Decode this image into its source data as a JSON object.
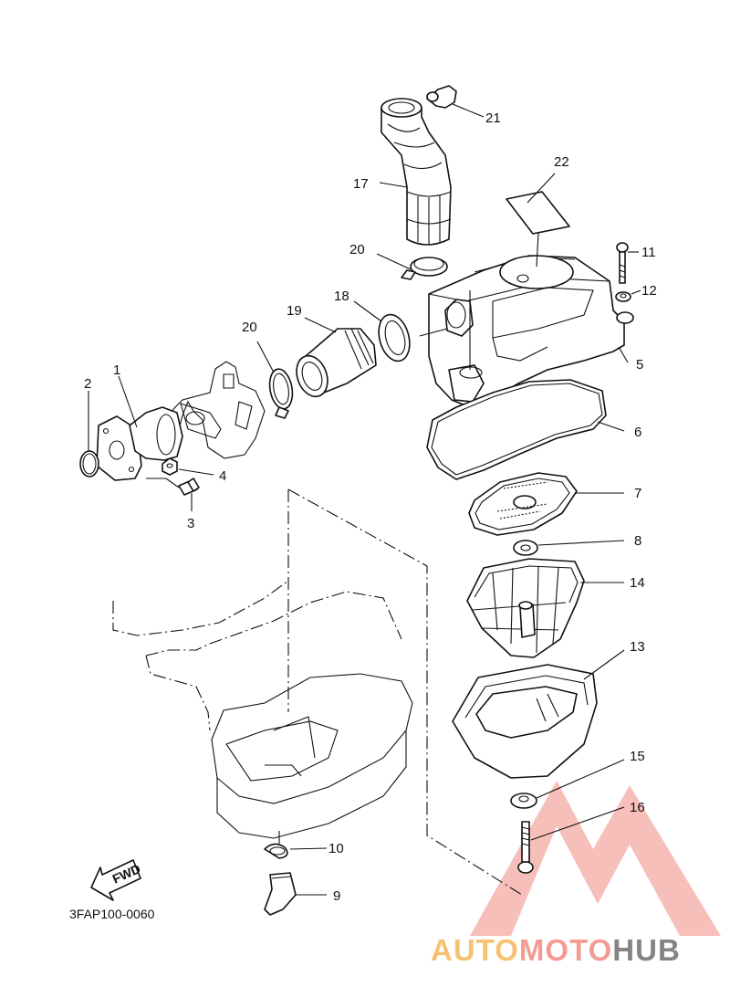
{
  "diagram": {
    "part_code": "3FAP100-0060",
    "fwd_label": "FWD",
    "callouts": [
      "1",
      "2",
      "3",
      "4",
      "5",
      "6",
      "7",
      "8",
      "9",
      "10",
      "11",
      "12",
      "13",
      "14",
      "15",
      "16",
      "17",
      "18",
      "19",
      "20",
      "20",
      "21",
      "22"
    ]
  },
  "watermark": {
    "text_a": "AUTO",
    "text_b": "MOTO",
    "text_c": "HUB",
    "color_a": "#f5b85a",
    "color_b": "#f28b82",
    "color_c": "#777777"
  }
}
